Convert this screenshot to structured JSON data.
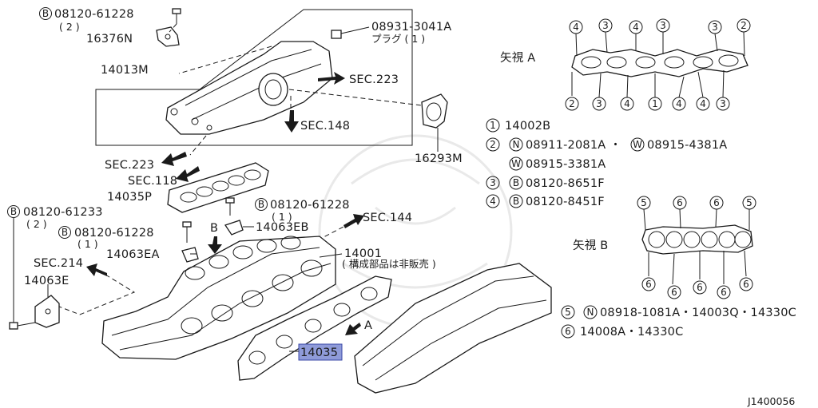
{
  "labels": {
    "b_08120_61228_top": "08120-61228",
    "qty_2_top": "( 2 )",
    "p16376n": "16376N",
    "p08931": "08931-3041A",
    "plug": "プラグ ( 1 )",
    "p14013m": "14013M",
    "sec223_a": "SEC.223",
    "sec148": "SEC.148",
    "p16293m": "16293M",
    "sec223_b": "SEC.223",
    "sec118": "SEC.118",
    "p14035p": "14035P",
    "b_08120_61228_mid": "08120-61228",
    "qty_1_mid": "( 1 )",
    "p14063eb": "14063EB",
    "sec144": "SEC.144",
    "b_08120_61233": "08120-61233",
    "qty_2_left": "( 2 )",
    "b_08120_61228_low": "08120-61228",
    "qty_1_low": "( 1 )",
    "view_b_marker": "B",
    "p14001": "14001",
    "p14001_note": "( 構成部品は非販売 )",
    "sec214": "SEC.214",
    "p14063ea": "14063EA",
    "p14063e": "14063E",
    "view_a_marker": "A",
    "p14035": "14035",
    "view_a_title": "矢視 A",
    "view_b_title": "矢視 B",
    "drawing_code": "J1400056"
  },
  "legend": [
    {
      "num": "1",
      "text": "14002B"
    },
    {
      "num": "2",
      "sym": "N",
      "text": "08911-2081A ・",
      "sym2": "W",
      "text2": "08915-4381A"
    },
    {
      "num": "",
      "sym": "W",
      "text": "08915-3381A"
    },
    {
      "num": "3",
      "sym": "B",
      "text": "08120-8651F"
    },
    {
      "num": "4",
      "sym": "B",
      "text": "08120-8451F"
    },
    {
      "num": "5",
      "sym": "N",
      "text": "08918-1081A・14003Q・14330C"
    },
    {
      "num": "6",
      "text": "14008A・14330C"
    }
  ],
  "view_a": {
    "top": [
      "4",
      "3",
      "4",
      "3",
      "3",
      "2"
    ],
    "bottom": [
      "2",
      "3",
      "4",
      "1",
      "4",
      "4",
      "3"
    ]
  },
  "view_b": {
    "top": [
      "5",
      "6",
      "6",
      "5"
    ],
    "bottom": [
      "6",
      "6",
      "6",
      "6",
      "6"
    ]
  },
  "colors": {
    "ink": "#1a1a1a",
    "highlight": "#8f9bd9",
    "highlight_border": "#3b4aa8"
  }
}
